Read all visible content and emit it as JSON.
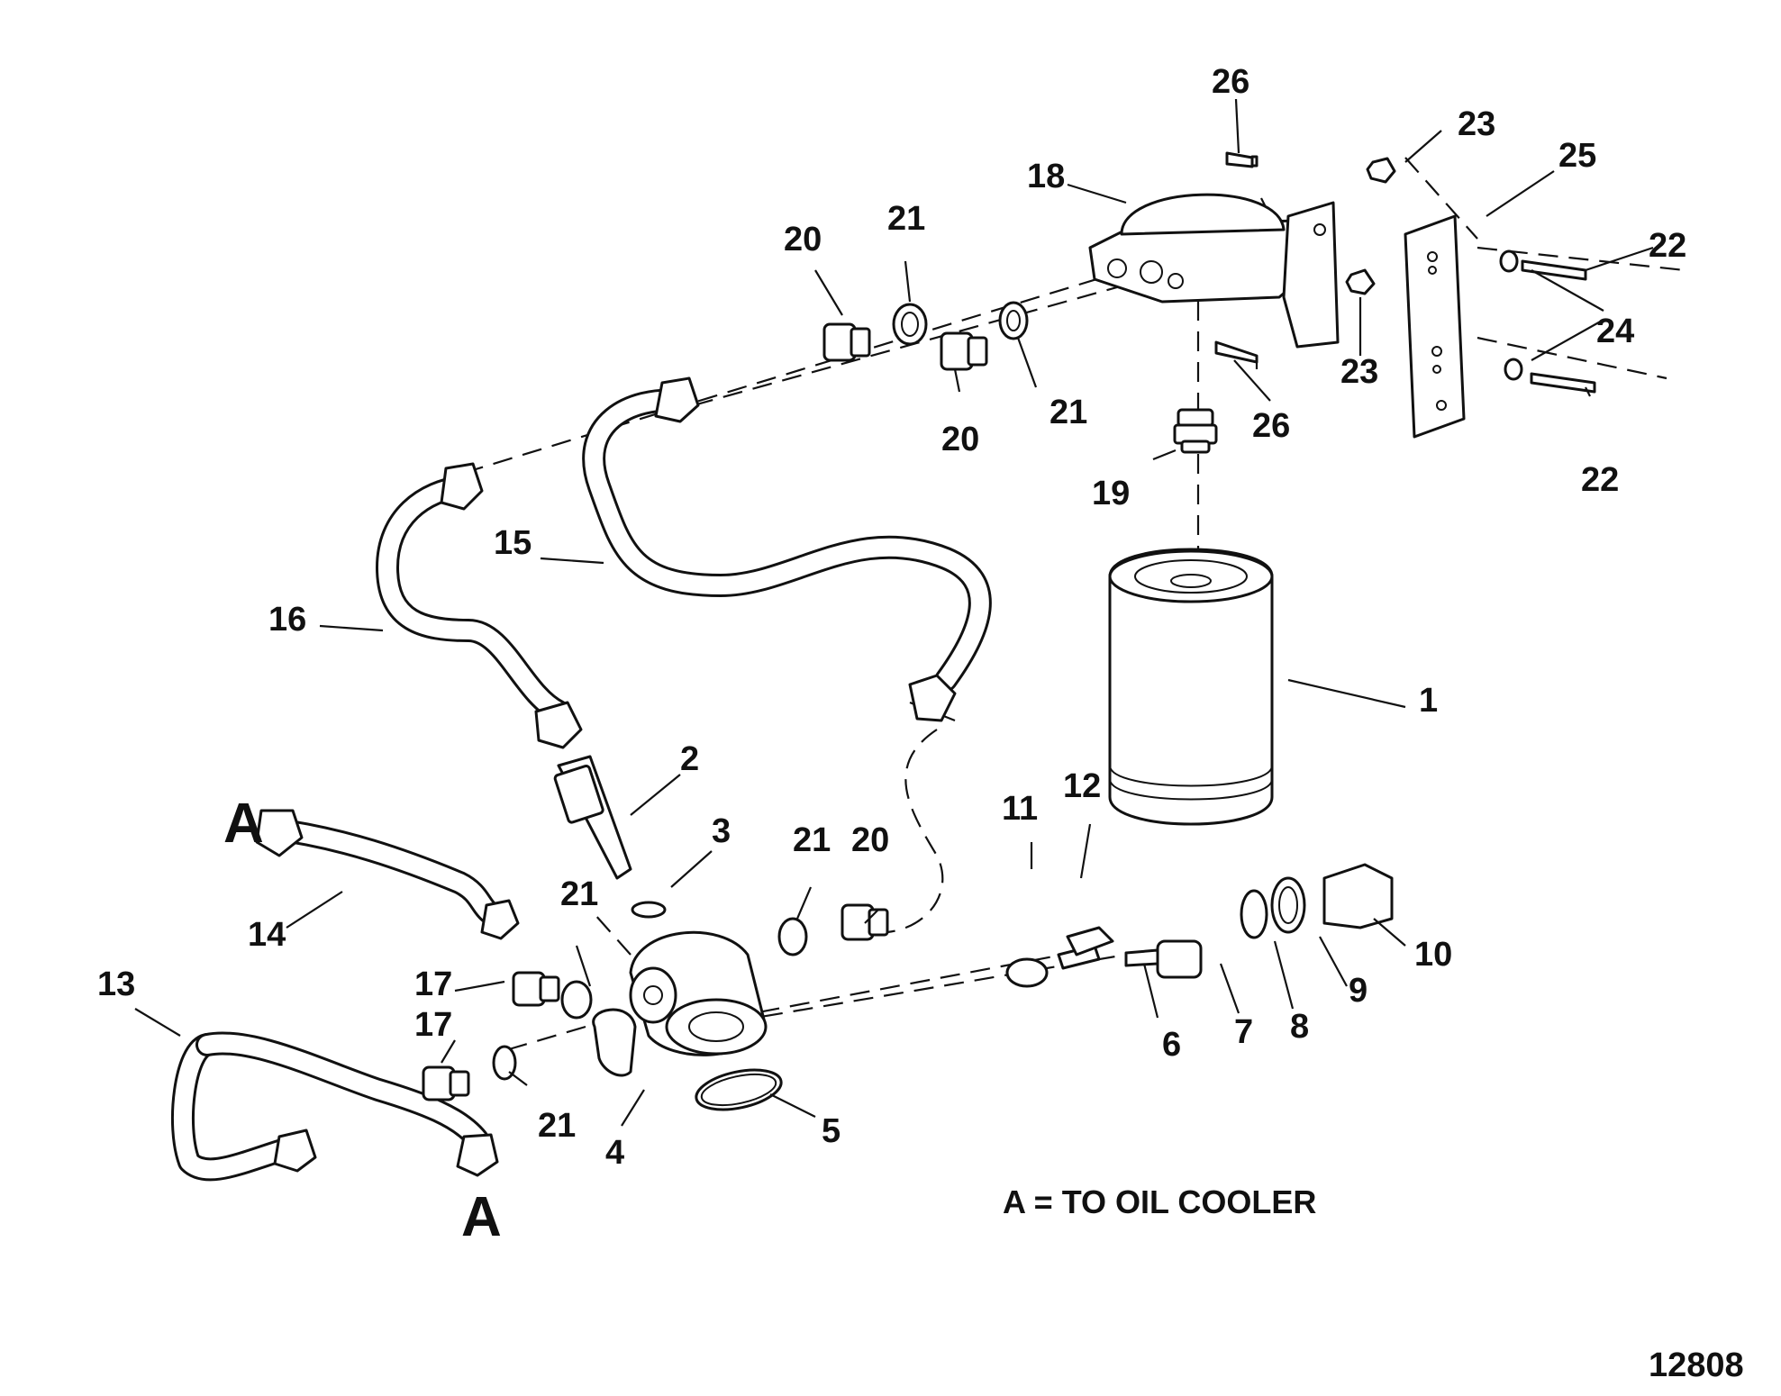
{
  "callouts": {
    "c1": "1",
    "c2": "2",
    "c3": "3",
    "c4": "4",
    "c5": "5",
    "c6": "6",
    "c7": "7",
    "c8": "8",
    "c9": "9",
    "c10": "10",
    "c11": "11",
    "c12": "12",
    "c13": "13",
    "c14": "14",
    "c15": "15",
    "c16": "16",
    "c17": "17",
    "c18": "18",
    "c19": "19",
    "c20": "20",
    "c21": "21",
    "c22": "22",
    "c23": "23",
    "c24": "24",
    "c25": "25",
    "c26": "26"
  },
  "marker_a": "A",
  "legend": "A = TO OIL COOLER",
  "document_number": "12808"
}
